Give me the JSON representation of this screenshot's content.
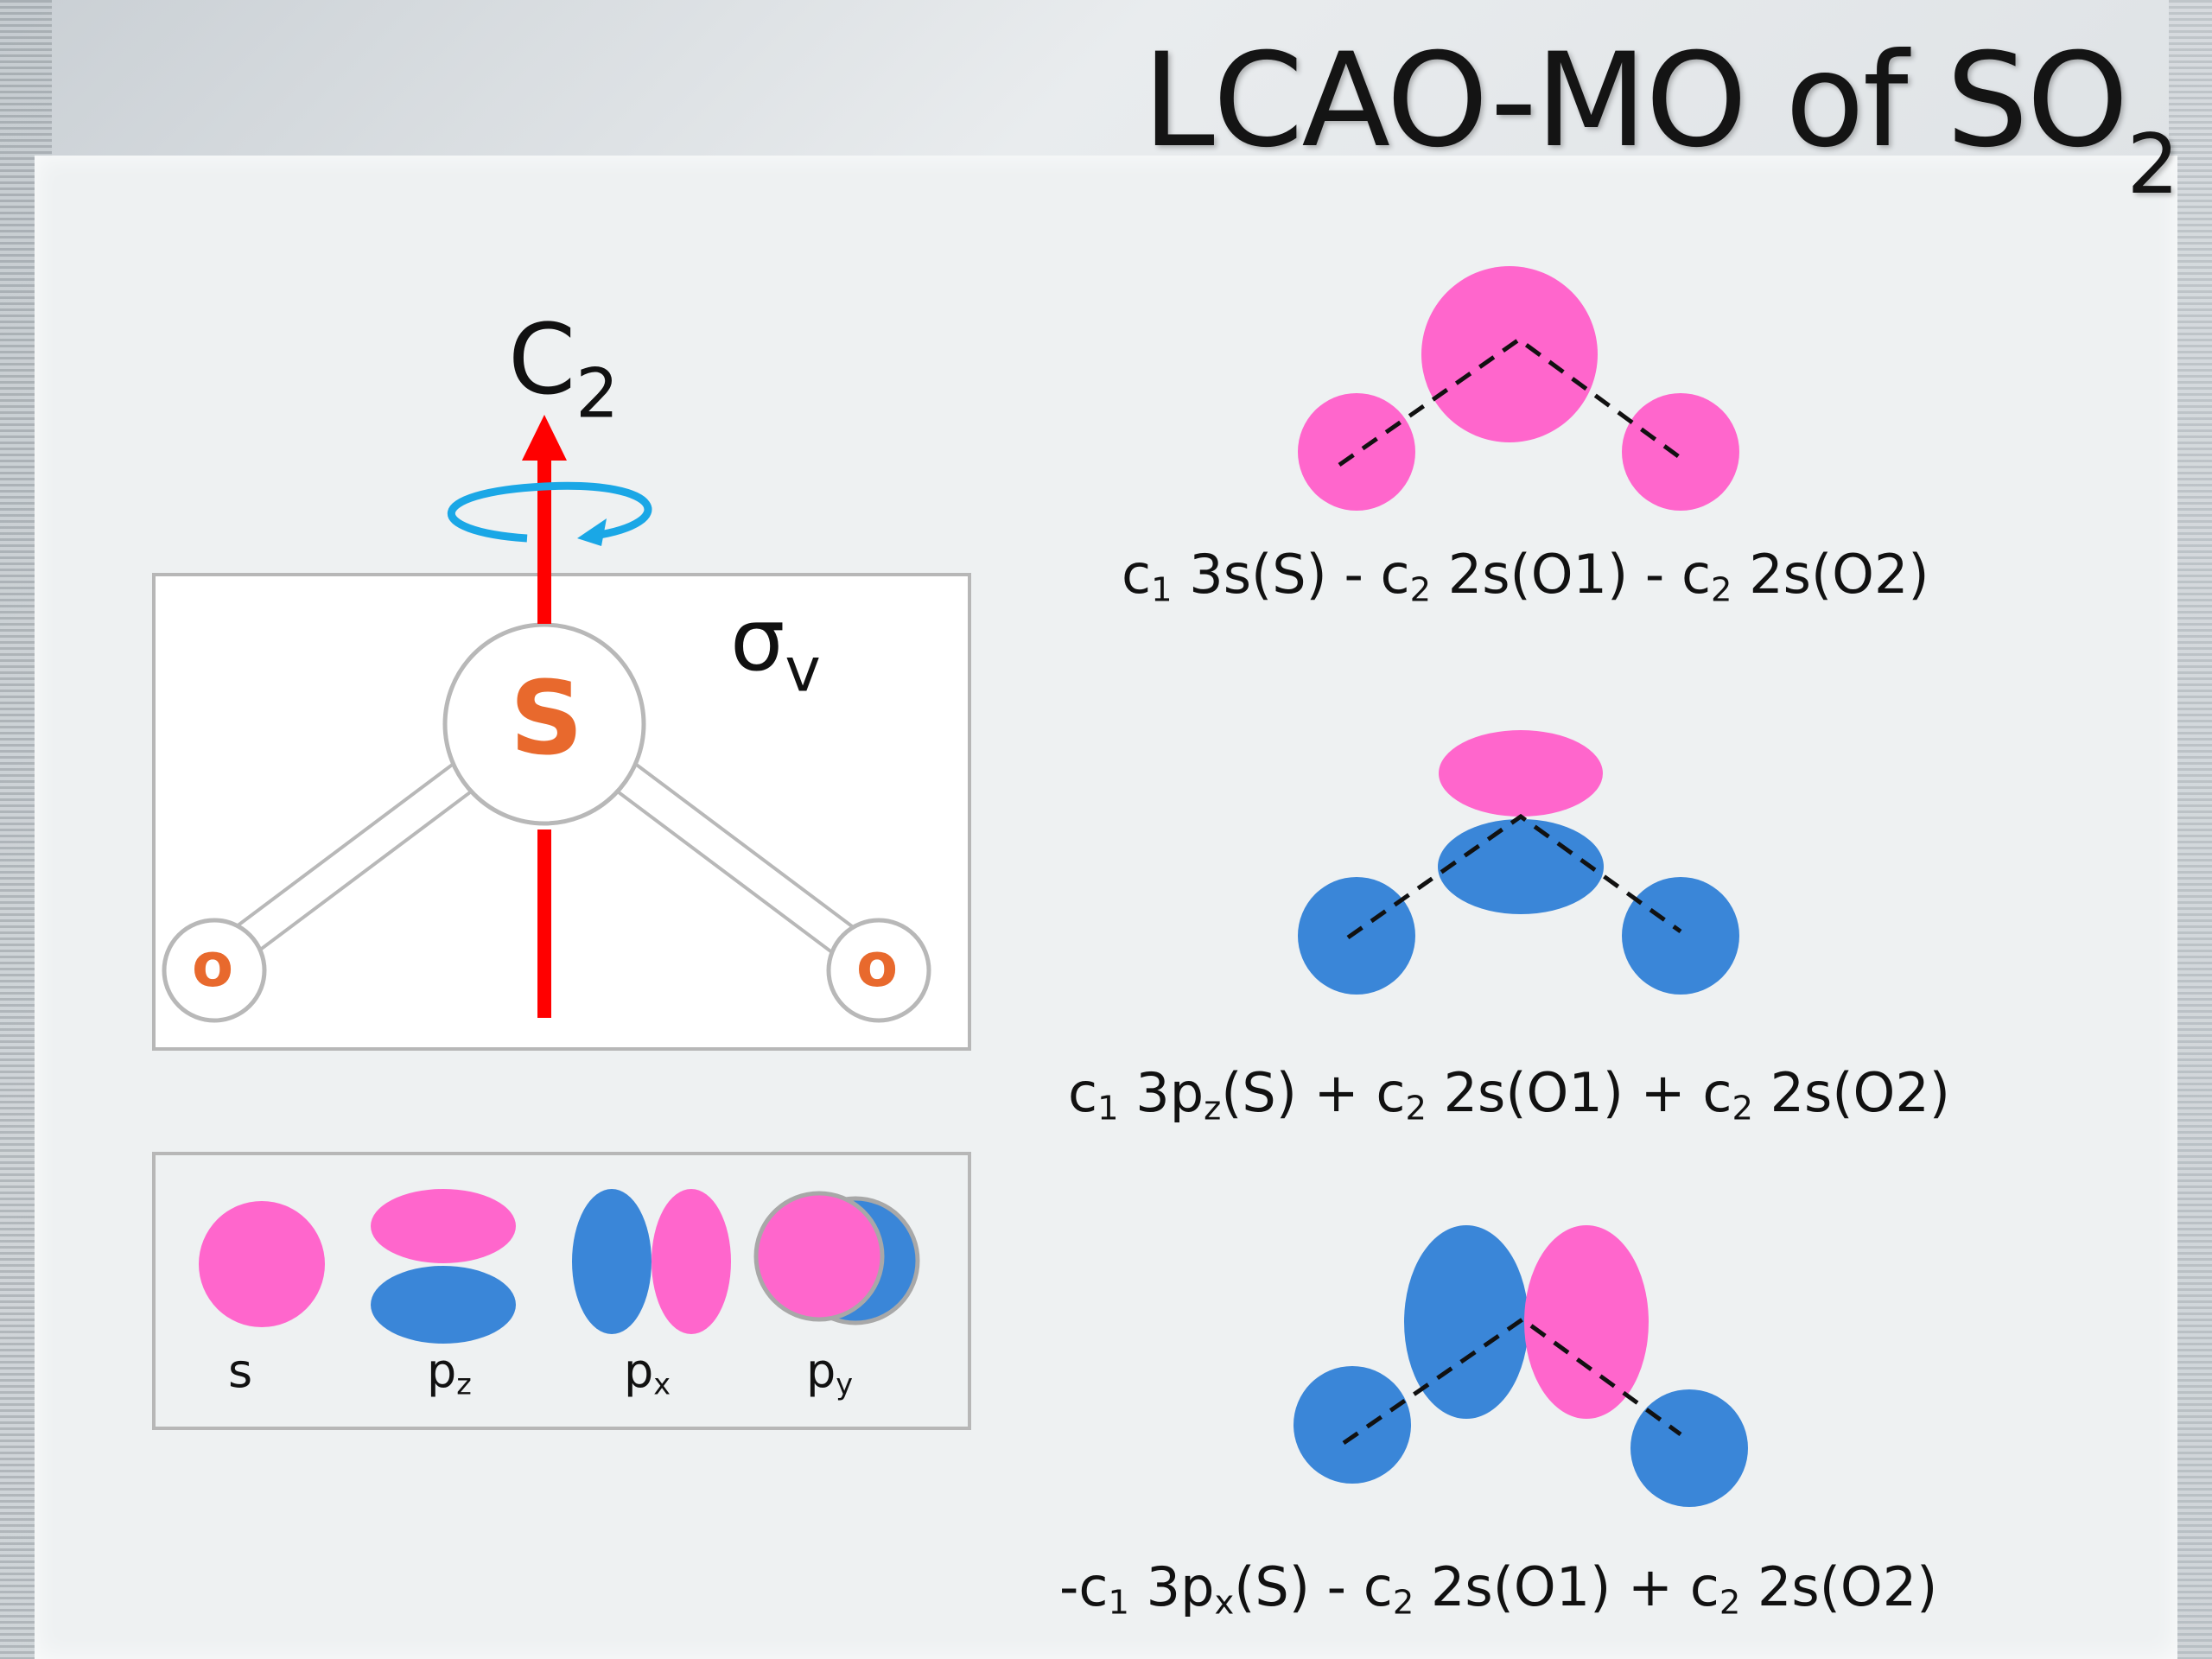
{
  "title": {
    "main": "LCAO-MO of SO",
    "sub": "2"
  },
  "symmetry": {
    "axis_main": "C",
    "axis_sub": "2",
    "plane_main": "σ",
    "plane_sub": "v"
  },
  "molecule": {
    "central_atom": "S",
    "outer_atom_left": "o",
    "outer_atom_right": "o"
  },
  "orbital_legend": [
    {
      "main": "s",
      "sub": ""
    },
    {
      "main": "p",
      "sub": "z"
    },
    {
      "main": "p",
      "sub": "x"
    },
    {
      "main": "p",
      "sub": "y"
    }
  ],
  "mo_formulas": [
    {
      "c1": "c",
      "c1_sub": "1",
      "t1": " 3s(S) - ",
      "c2a": "c",
      "c2a_sub": "2",
      "t2": " 2s(O1) - ",
      "c2b": "c",
      "c2b_sub": "2",
      "t3": " 2s(O2)"
    },
    {
      "c1": "c",
      "c1_sub": "1",
      "t1": " 3p",
      "p_sub": "z",
      "t1b": "(S) + ",
      "c2a": "c",
      "c2a_sub": "2",
      "t2": " 2s(O1) + ",
      "c2b": "c",
      "c2b_sub": "2",
      "t3": " 2s(O2)"
    },
    {
      "c1": "-c",
      "c1_sub": "1",
      "t1": " 3p",
      "p_sub": "x",
      "t1b": "(S) - ",
      "c2a": "c",
      "c2a_sub": "2",
      "t2": " 2s(O1) + ",
      "c2b": "c",
      "c2b_sub": "2",
      "t3": " 2s(O2)"
    }
  ],
  "colors": {
    "positive_lobe": "#ff66cc",
    "negative_lobe": "#3a86d8",
    "axis_arrow": "#ff0000",
    "rotation_arrow": "#1aa7e6",
    "atom_label": "#e8692d"
  }
}
